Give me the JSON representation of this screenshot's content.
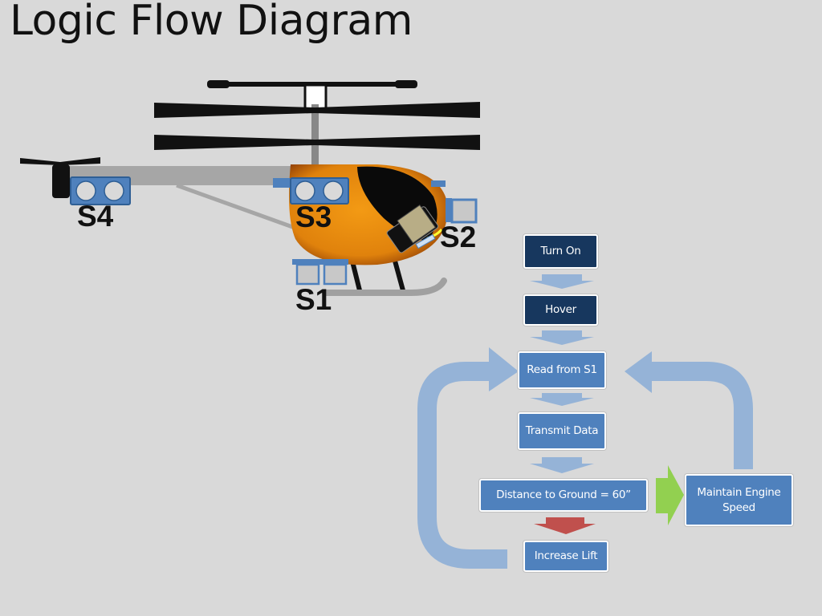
{
  "title": "Logic Flow Diagram",
  "sensors": {
    "s1": "S1",
    "s2": "S2",
    "s3": "S3",
    "s4": "S4"
  },
  "flow": {
    "turn_on": "Turn On",
    "hover": "Hover",
    "read_s1": "Read from S1",
    "transmit": "Transmit Data",
    "distance": "Distance to Ground = 60”",
    "maintain": "Maintain Engine Speed",
    "increase": "Increase Lift"
  },
  "colors": {
    "dark_box": "#17375e",
    "light_box": "#4f81bd",
    "flow_arrow": "#95b3d7",
    "yes_arrow": "#92d050",
    "no_arrow": "#c0504d",
    "fuselage": "#e58a10"
  }
}
